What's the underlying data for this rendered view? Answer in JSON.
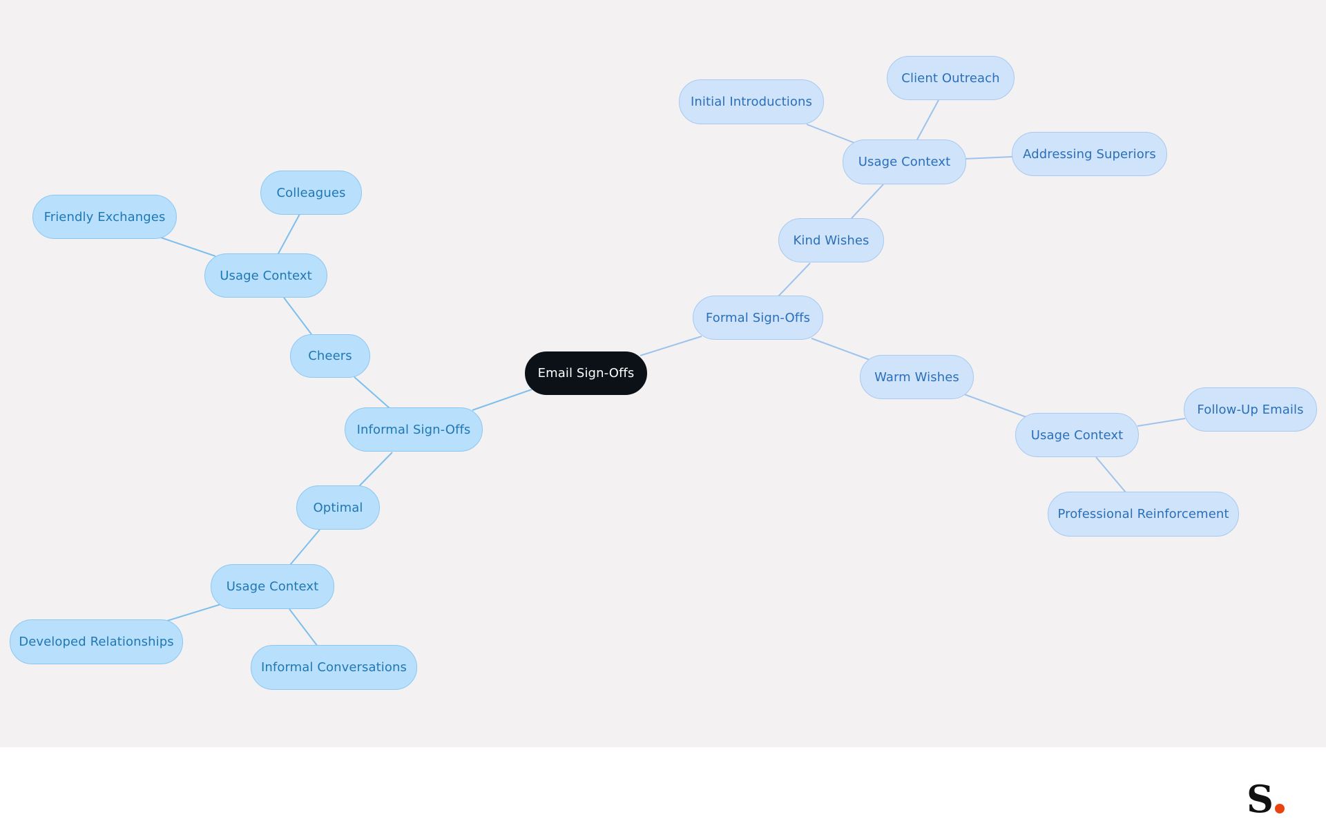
{
  "colors": {
    "root_bg": "#0c1118",
    "informal_bg": "#b8dffc",
    "informal_text": "#1f77b4",
    "formal_bg": "#cfe3fb",
    "formal_text": "#2a6fb8",
    "informal_edge": "#7cbfee",
    "formal_edge": "#9cc2ee",
    "logo_dot": "#e8440f"
  },
  "mindmap": {
    "root": "Email Sign-Offs",
    "informal": {
      "label": "Informal Sign-Offs",
      "cheers": {
        "label": "Cheers",
        "usage_context": "Usage Context",
        "items": [
          "Colleagues",
          "Friendly Exchanges"
        ]
      },
      "optimal": {
        "label": "Optimal",
        "usage_context": "Usage Context",
        "items": [
          "Developed Relationships",
          "Informal Conversations"
        ]
      }
    },
    "formal": {
      "label": "Formal Sign-Offs",
      "kind_wishes": {
        "label": "Kind Wishes",
        "usage_context": "Usage Context",
        "items": [
          "Client Outreach",
          "Initial Introductions",
          "Addressing Superiors"
        ]
      },
      "warm_wishes": {
        "label": "Warm Wishes",
        "usage_context": "Usage Context",
        "items": [
          "Follow-Up Emails",
          "Professional Reinforcement"
        ]
      }
    }
  },
  "logo": {
    "letter": "S"
  }
}
